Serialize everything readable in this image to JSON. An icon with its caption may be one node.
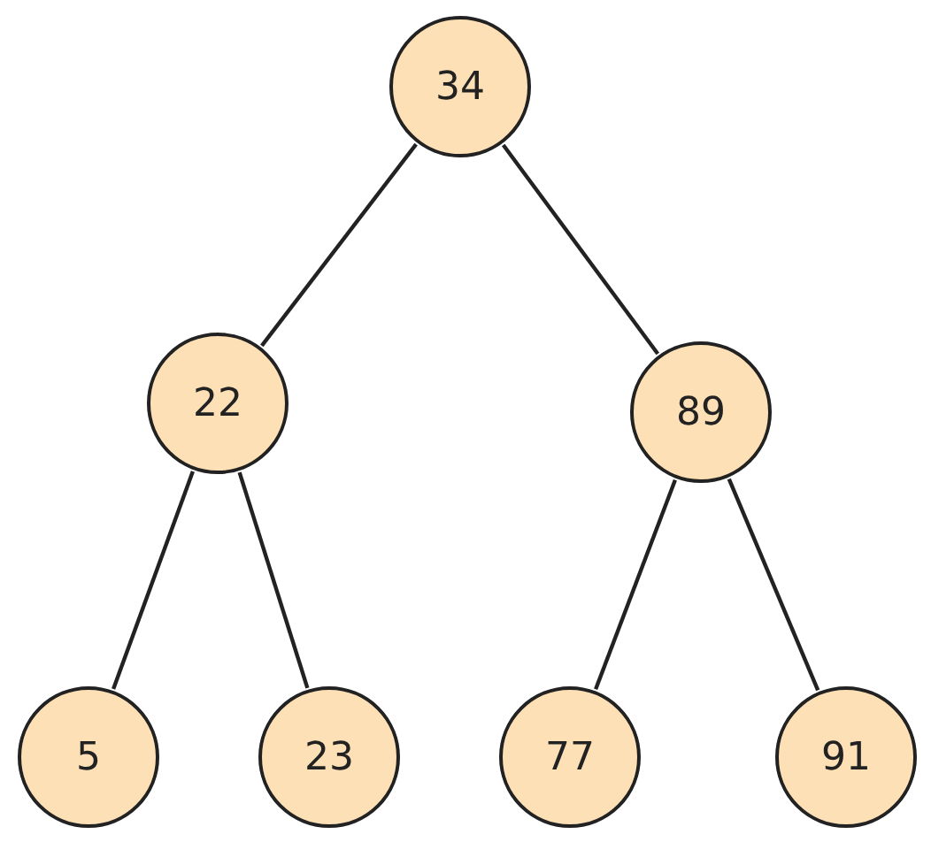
{
  "diagram": {
    "nodes": [
      {
        "text": [
          "34"
        ]
      },
      {
        "text": [
          "22"
        ]
      },
      {
        "text": [
          "89"
        ]
      },
      {
        "text": [
          "5"
        ]
      },
      {
        "text": [
          "23"
        ]
      },
      {
        "text": [
          "77"
        ]
      },
      {
        "text": [
          "91"
        ]
      }
    ],
    "edges": [
      {
        "from": 0,
        "to": 1,
        "arrow": "none"
      },
      {
        "from": 0,
        "to": 2,
        "arrow": "none"
      },
      {
        "from": 1,
        "to": 3,
        "arrow": "none"
      },
      {
        "from": 1,
        "to": 4,
        "arrow": "none"
      },
      {
        "from": 2,
        "to": 5,
        "arrow": "none"
      },
      {
        "from": 2,
        "to": 6,
        "arrow": "none"
      }
    ]
  }
}
